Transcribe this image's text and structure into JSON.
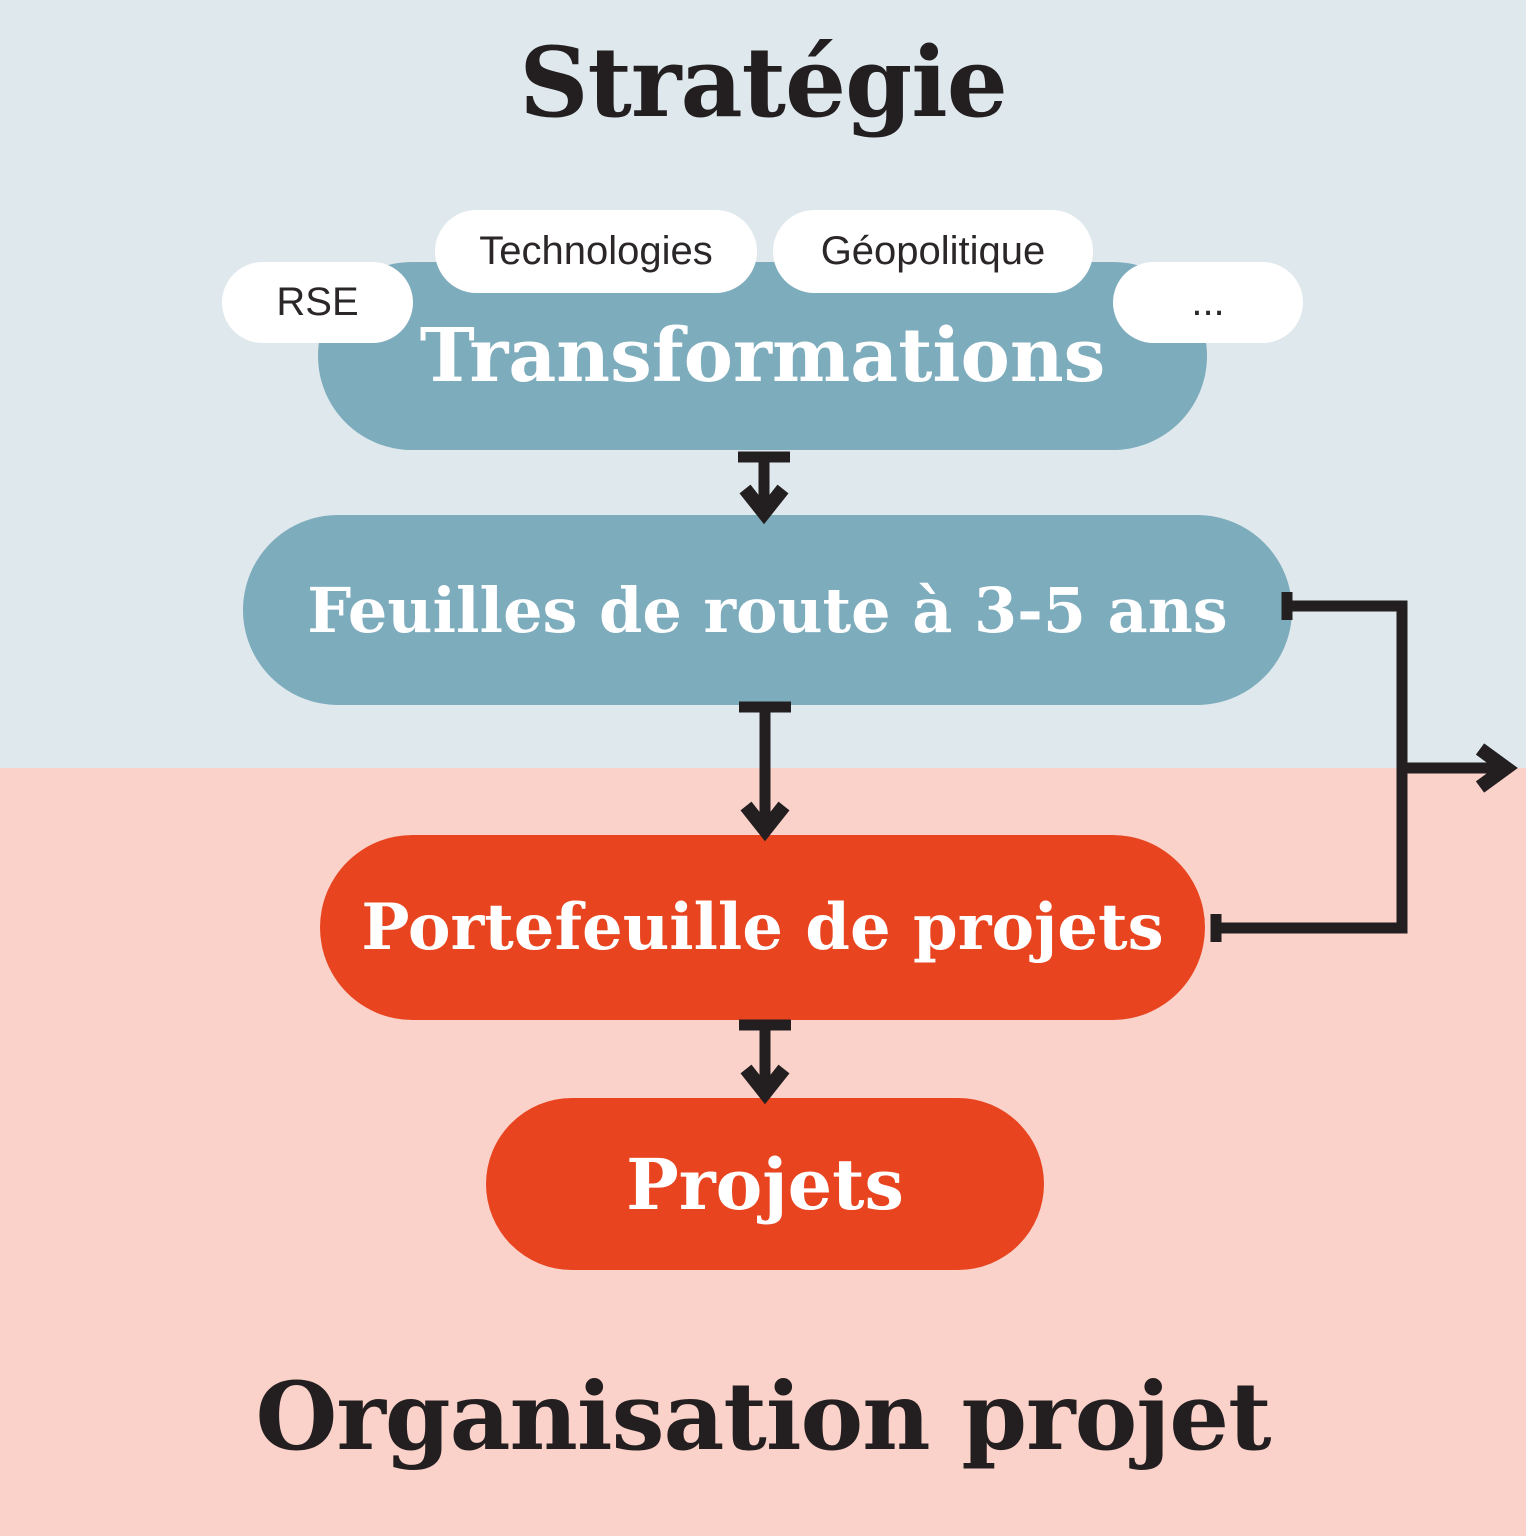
{
  "diagram": {
    "zones": {
      "strategy_title": "Stratégie",
      "project_title": "Organisation projet"
    },
    "tags": [
      {
        "label": "RSE"
      },
      {
        "label": "Technologies"
      },
      {
        "label": "Géopolitique"
      },
      {
        "label": "..."
      }
    ],
    "nodes": [
      {
        "label": "Transformations",
        "color": "blue"
      },
      {
        "label": "Feuilles de route à 3-5 ans",
        "color": "blue"
      },
      {
        "label": "Portefeuille de projets",
        "color": "red"
      },
      {
        "label": "Projets",
        "color": "red"
      }
    ]
  },
  "theme": {
    "bg-strategy": "#dfe9ed",
    "bg-project": "#fbd2ca",
    "node-blue": "#7dacbd",
    "node-red": "#e8441f",
    "pill-bg": "#ffffff",
    "ink": "#231f20",
    "node-text": "#ffffff",
    "pill-text": "#2b2728"
  }
}
